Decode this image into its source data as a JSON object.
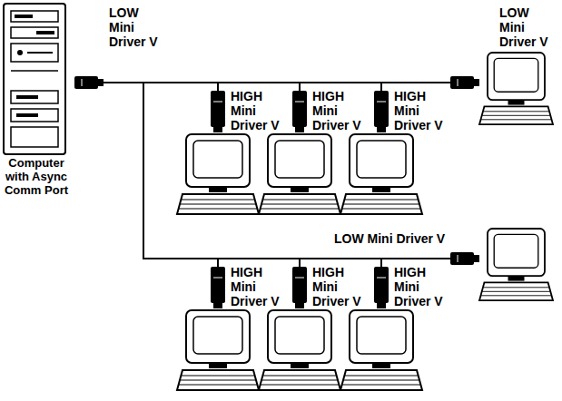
{
  "diagram": {
    "nodes": [
      {
        "text": [
          "Computer with Async Comm Port"
        ]
      },
      {
        "text": [
          "LOW Mini Driver V"
        ]
      },
      {
        "text": [
          "HIGH Mini Driver V"
        ]
      },
      {
        "text": [
          "HIGH Mini Driver V"
        ]
      },
      {
        "text": [
          "HIGH Mini Driver V"
        ]
      },
      {
        "text": [
          "LOW Mini Driver V"
        ]
      },
      {
        "text": [
          "LOW Mini Driver V"
        ]
      },
      {
        "text": [
          "HIGH Mini Driver V"
        ]
      },
      {
        "text": [
          "HIGH Mini Driver V"
        ]
      },
      {
        "text": [
          "HIGH Mini Driver V"
        ]
      }
    ],
    "edges": [
      {
        "from": 1,
        "to": 2,
        "arrow": "none"
      },
      {
        "from": 1,
        "to": 3,
        "arrow": "none"
      },
      {
        "from": 1,
        "to": 4,
        "arrow": "none"
      },
      {
        "from": 1,
        "to": 5,
        "arrow": "none"
      },
      {
        "from": 1,
        "to": 6,
        "arrow": "none"
      },
      {
        "from": 1,
        "to": 7,
        "arrow": "none"
      },
      {
        "from": 1,
        "to": 8,
        "arrow": "none"
      },
      {
        "from": 1,
        "to": 9,
        "arrow": "none"
      }
    ]
  }
}
